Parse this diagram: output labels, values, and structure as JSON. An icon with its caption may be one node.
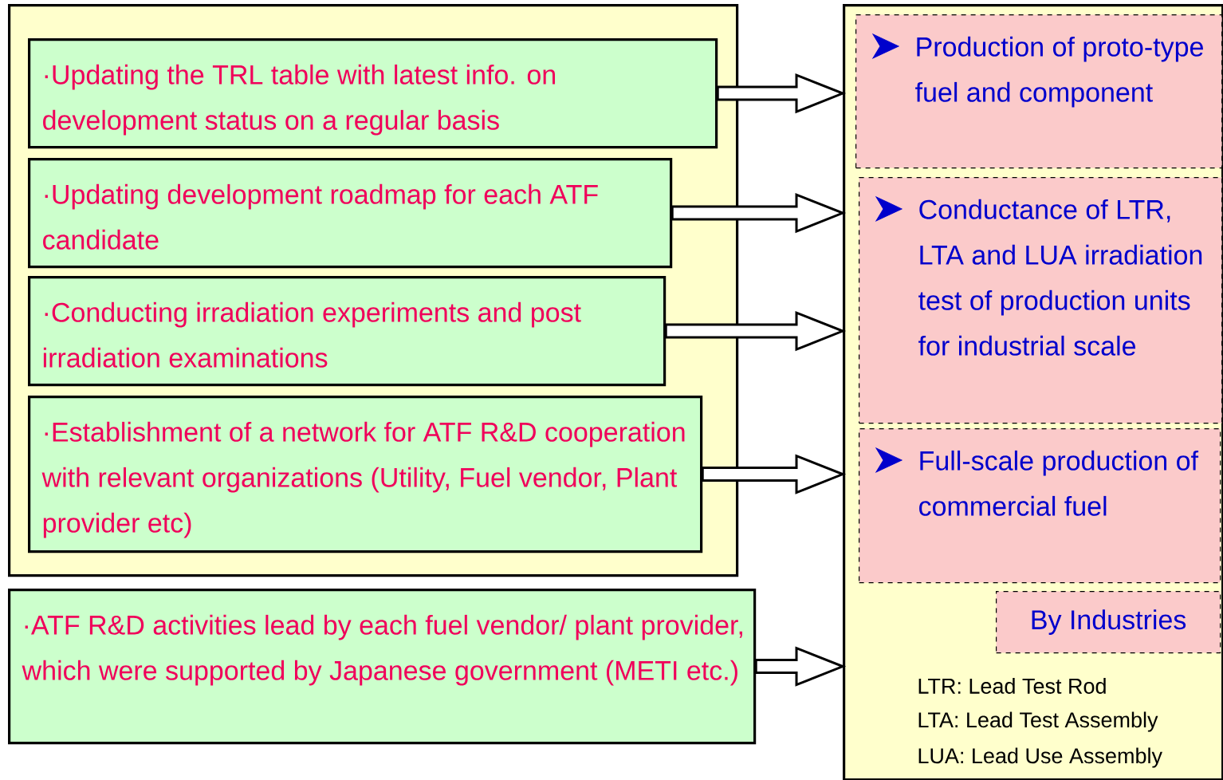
{
  "diagram": {
    "nodes": [
      {
        "text": [],
        "shape": "box"
      },
      {
        "text": [
          "·Updating the TRL table with latest info. on development status on a regular basis"
        ],
        "in": 0
      },
      {
        "text": [
          "·Updating development roadmap for each ATF candidate"
        ],
        "in": 0
      },
      {
        "text": [
          "·Conducting irradiation experiments and post irradiation examinations"
        ],
        "in": 0
      },
      {
        "text": [
          "·Establishment of a network for ATF R&D cooperation with relevant organizations (Utility, Fuel vendor, Plant provider etc)"
        ],
        "in": 0
      },
      {
        "text": [
          "·ATF R&D activities lead by each fuel vendor/ plant provider, which were supported by Japanese government (METI etc.)"
        ]
      },
      {
        "text": [],
        "shape": "box"
      },
      {
        "text": [
          "Production of proto-type fuel and component"
        ],
        "in": 6
      },
      {
        "text": [
          "Conductance of LTR, LTA and LUA irradiation test of production units for industrial scale"
        ],
        "in": 6
      },
      {
        "text": [
          "Full-scale production of commercial fuel"
        ],
        "in": 6
      },
      {
        "text": [
          "By Industries"
        ],
        "in": 6
      }
    ],
    "edges": [
      {
        "from": 1,
        "to": 6,
        "arrow": "to"
      },
      {
        "from": 2,
        "to": 6,
        "arrow": "to"
      },
      {
        "from": 3,
        "to": 6,
        "arrow": "to"
      },
      {
        "from": 4,
        "to": 6,
        "arrow": "to"
      },
      {
        "from": 5,
        "to": 6,
        "arrow": "to"
      }
    ],
    "labels": [
      "LTR: Lead Test Rod",
      "LTA: Lead Test Assembly",
      "LUA: Lead Use Assembly"
    ]
  }
}
